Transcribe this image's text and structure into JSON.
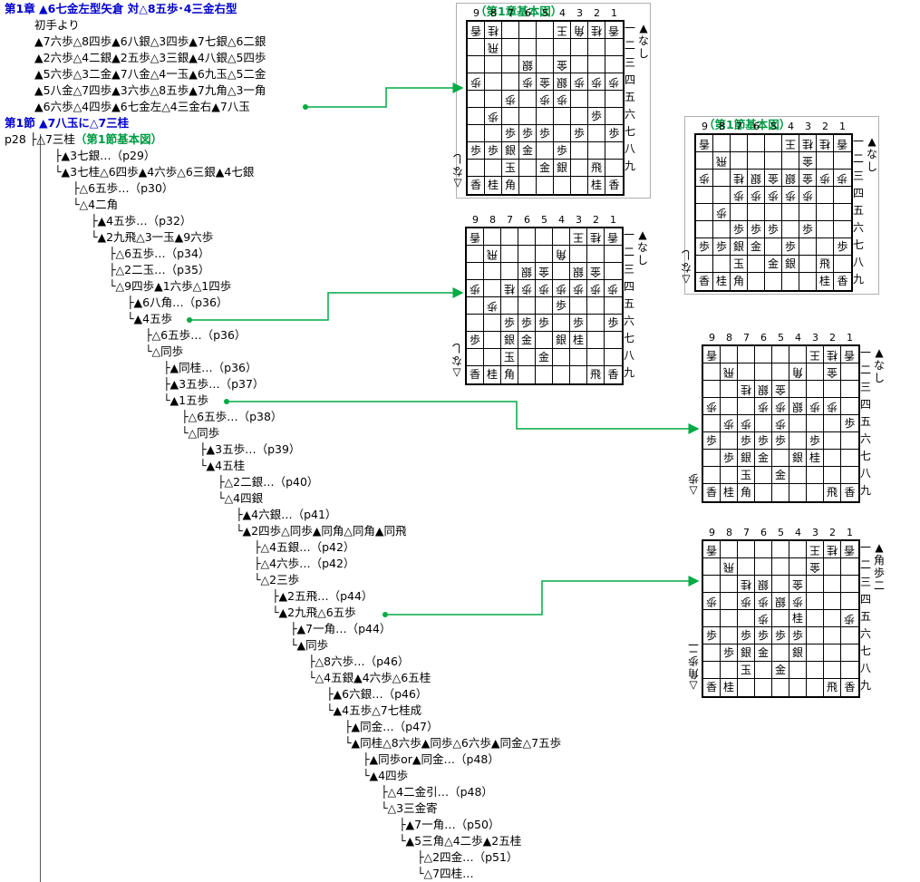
{
  "header": {
    "chapter_line": "第1章 ▲6七金左型矢倉 対△8五歩･4三金右型",
    "start": "初手より",
    "moves": [
      "▲7六歩△8四歩▲6八銀△3四歩▲7七銀△6二銀",
      "▲2六歩△4二銀▲2五歩△3三銀▲4八銀△5四歩",
      "▲5六歩△3二金▲7八金△4一玉▲6九玉△5二金",
      "▲5八金△7四歩▲3六歩△8五歩▲7九角△3一角",
      "▲6六歩△4四歩▲6七金左△4三金右▲7八玉"
    ],
    "section_line": "第1節 ▲7八玉に△7三桂"
  },
  "tree": [
    {
      "text": "p28 ├△7三桂",
      "note": "（第1節基本図）"
    },
    {
      "text": "├▲3七銀…（p29）"
    },
    {
      "text": "└▲3七桂△6四歩▲4六歩△6三銀▲4七銀"
    },
    {
      "text": "├△6五歩…（p30）"
    },
    {
      "text": "└△4二角"
    },
    {
      "text": "├▲4五歩…（p32）"
    },
    {
      "text": "└▲2九飛△3一玉▲9六歩"
    },
    {
      "text": "├△6五歩…（p34）"
    },
    {
      "text": "├△2二玉…（p35）"
    },
    {
      "text": "└△9四歩▲1六歩△1四歩"
    },
    {
      "text": "├▲6八角…（p36）"
    },
    {
      "text": "└▲4五歩"
    },
    {
      "text": "├△6五歩…（p36）"
    },
    {
      "text": "└△同歩"
    },
    {
      "text": "├▲同桂…（p36）"
    },
    {
      "text": "├▲3五歩…（p37）"
    },
    {
      "text": "└▲1五歩"
    },
    {
      "text": "├△6五歩…（p38）"
    },
    {
      "text": "└△同歩"
    },
    {
      "text": "├▲3五歩…（p39）"
    },
    {
      "text": "└▲4五桂"
    },
    {
      "text": "├△2二銀…（p40）"
    },
    {
      "text": "└△4四銀"
    },
    {
      "text": "├▲4六銀…（p41）"
    },
    {
      "text": "└▲2四歩△同歩▲同角△同角▲同飛"
    },
    {
      "text": "├△4五銀…（p42）"
    },
    {
      "text": "├△4六歩…（p42）"
    },
    {
      "text": "└△2三歩"
    },
    {
      "text": "├▲2五飛…（p44）"
    },
    {
      "text": "└▲2九飛△6五歩"
    },
    {
      "text": "├▲7一角…（p44）"
    },
    {
      "text": "└▲同歩"
    },
    {
      "text": "├△8六歩…（p46）"
    },
    {
      "text": "└△4五銀▲4六歩△6五桂"
    },
    {
      "text": "├▲6六銀…（p46）"
    },
    {
      "text": "└▲4五歩△7七桂成"
    },
    {
      "text": "├▲同金…（p47）"
    },
    {
      "text": "└▲同桂△8六歩▲同歩△6六歩▲同金△7五歩"
    },
    {
      "text": "├▲同歩or▲同金…（p48）"
    },
    {
      "text": "└▲4四歩"
    },
    {
      "text": "├△4二金引…（p48）"
    },
    {
      "text": "└△3三金寄"
    },
    {
      "text": "├▲7一角…（p50）"
    },
    {
      "text": "└▲5三角△4二歩▲2五桂"
    },
    {
      "text": "├△2四金…（p51）"
    },
    {
      "text": "└△7四桂…"
    }
  ],
  "files": [
    "9",
    "8",
    "7",
    "6",
    "5",
    "4",
    "3",
    "2",
    "1"
  ],
  "ranks": [
    "一",
    "二",
    "三",
    "四",
    "五",
    "六",
    "七",
    "八",
    "九"
  ],
  "boards": [
    {
      "caption": "（第1章基本図）",
      "sente_hand": "▲なし",
      "gote_hand": "△なし",
      "rows": [
        "v香v桂 ・ ・ ・v王v角v桂v香",
        " ・v飛 ・ ・ ・ ・ ・ ・ ・",
        " ・ ・ ・v銀 ・v金 ・ ・ ・",
        "v歩 ・ ・v歩v金v銀v歩v歩v歩",
        " ・ ・v歩 ・v歩v歩 ・ ・ ・",
        " ・v歩 ・ ・ ・ ・ ・ 歩 ・",
        " ・ ・ 歩 歩 歩 ・ 歩 ・ 歩",
        " 歩 歩 銀 金 ・ 歩 ・ ・ ・",
        " ・ ・ 玉 ・ 金 銀 ・ 飛 ・",
        " 香 桂 角 ・ ・ ・ ・ 桂 香"
      ]
    },
    {
      "caption": "（第1節基本図）",
      "sente_hand": "▲なし",
      "gote_hand": "△なし",
      "rows": [
        "v香 ・ ・ ・ ・v王v桂v桂v香",
        " ・v飛 ・ ・ ・ ・v金 ・ ・",
        "v歩 ・v桂v銀v金v銀v金v歩v歩",
        " ・ ・v歩v歩v歩v歩v歩 ・ ・",
        " ・v歩 ・ ・ ・ ・ ・ ・ ・",
        " ・ ・ 歩 歩 歩 ・ 歩 ・ ・",
        " 歩 歩 銀 金 ・ 歩 ・ ・ 歩",
        " ・ ・ 玉 ・ 金 銀 ・ 飛 ・",
        " 香 桂 角 ・ ・ ・ ・ 桂 香"
      ]
    },
    {
      "caption": "",
      "sente_hand": "▲なし",
      "gote_hand": "△なし",
      "rows": [
        "v香 ・ ・ ・ ・ ・v王v桂v香",
        " ・v飛 ・ ・ ・v角 ・ ・ ・",
        " ・ ・ ・v銀v金 ・v銀v金 ・",
        "v歩 ・v桂v歩v歩v歩v歩v歩v歩",
        " ・v歩 ・ ・ ・ 歩 ・ ・ ・",
        " ・ ・ 歩 歩 歩 ・ 歩 ・ 歩",
        " 歩 ・ 銀 金 ・ 銀 桂 ・ ・",
        " ・ ・ 玉 ・ 金 ・ ・ ・ ・",
        " 香 桂 角 ・ ・ ・ ・ 飛 香"
      ]
    },
    {
      "caption": "",
      "sente_hand": "▲なし",
      "gote_hand": "△歩",
      "rows": [
        "v香 ・ ・ ・ ・ ・v王v桂v香",
        " ・v飛 ・ ・ ・v角 ・v金 ・",
        " ・ ・v桂v銀v金 ・ ・ ・ ・",
        "v歩 ・ ・v歩v歩v銀v歩v歩 ・",
        " ・v歩v歩 ・v歩 ・ ・ ・ 歩",
        " 歩 ・ 歩 歩 歩 ・ 歩 ・ ・",
        " ・ 歩 銀 金 ・ 銀 桂 ・ ・",
        " ・ ・ 玉 ・ 金 ・ ・ ・ ・",
        " 香 桂 角 ・ ・ ・ ・ 飛 香"
      ]
    },
    {
      "caption": "",
      "sente_hand": "▲角歩二",
      "gote_hand": "△角歩二",
      "rows": [
        "v香 ・ ・ ・ ・ ・v王v桂v香",
        " ・v飛 ・ ・ ・ ・v金 ・ ・",
        " ・ ・v桂v銀 ・v金 ・ ・ ・",
        "v歩 ・v歩v歩v銀v歩 ・ ・ ・",
        " ・ ・ ・v歩 ・ 桂 ・ ・v歩",
        " 歩 ・ 歩 歩 歩 歩 ・ ・ ・",
        " ・ 歩 銀 金 ・ 銀 ・ ・ ・",
        " ・ ・ 玉 ・ 金 ・ ・ ・ ・",
        " 香 桂 ・ ・ ・ ・ ・ 飛 香"
      ]
    }
  ]
}
